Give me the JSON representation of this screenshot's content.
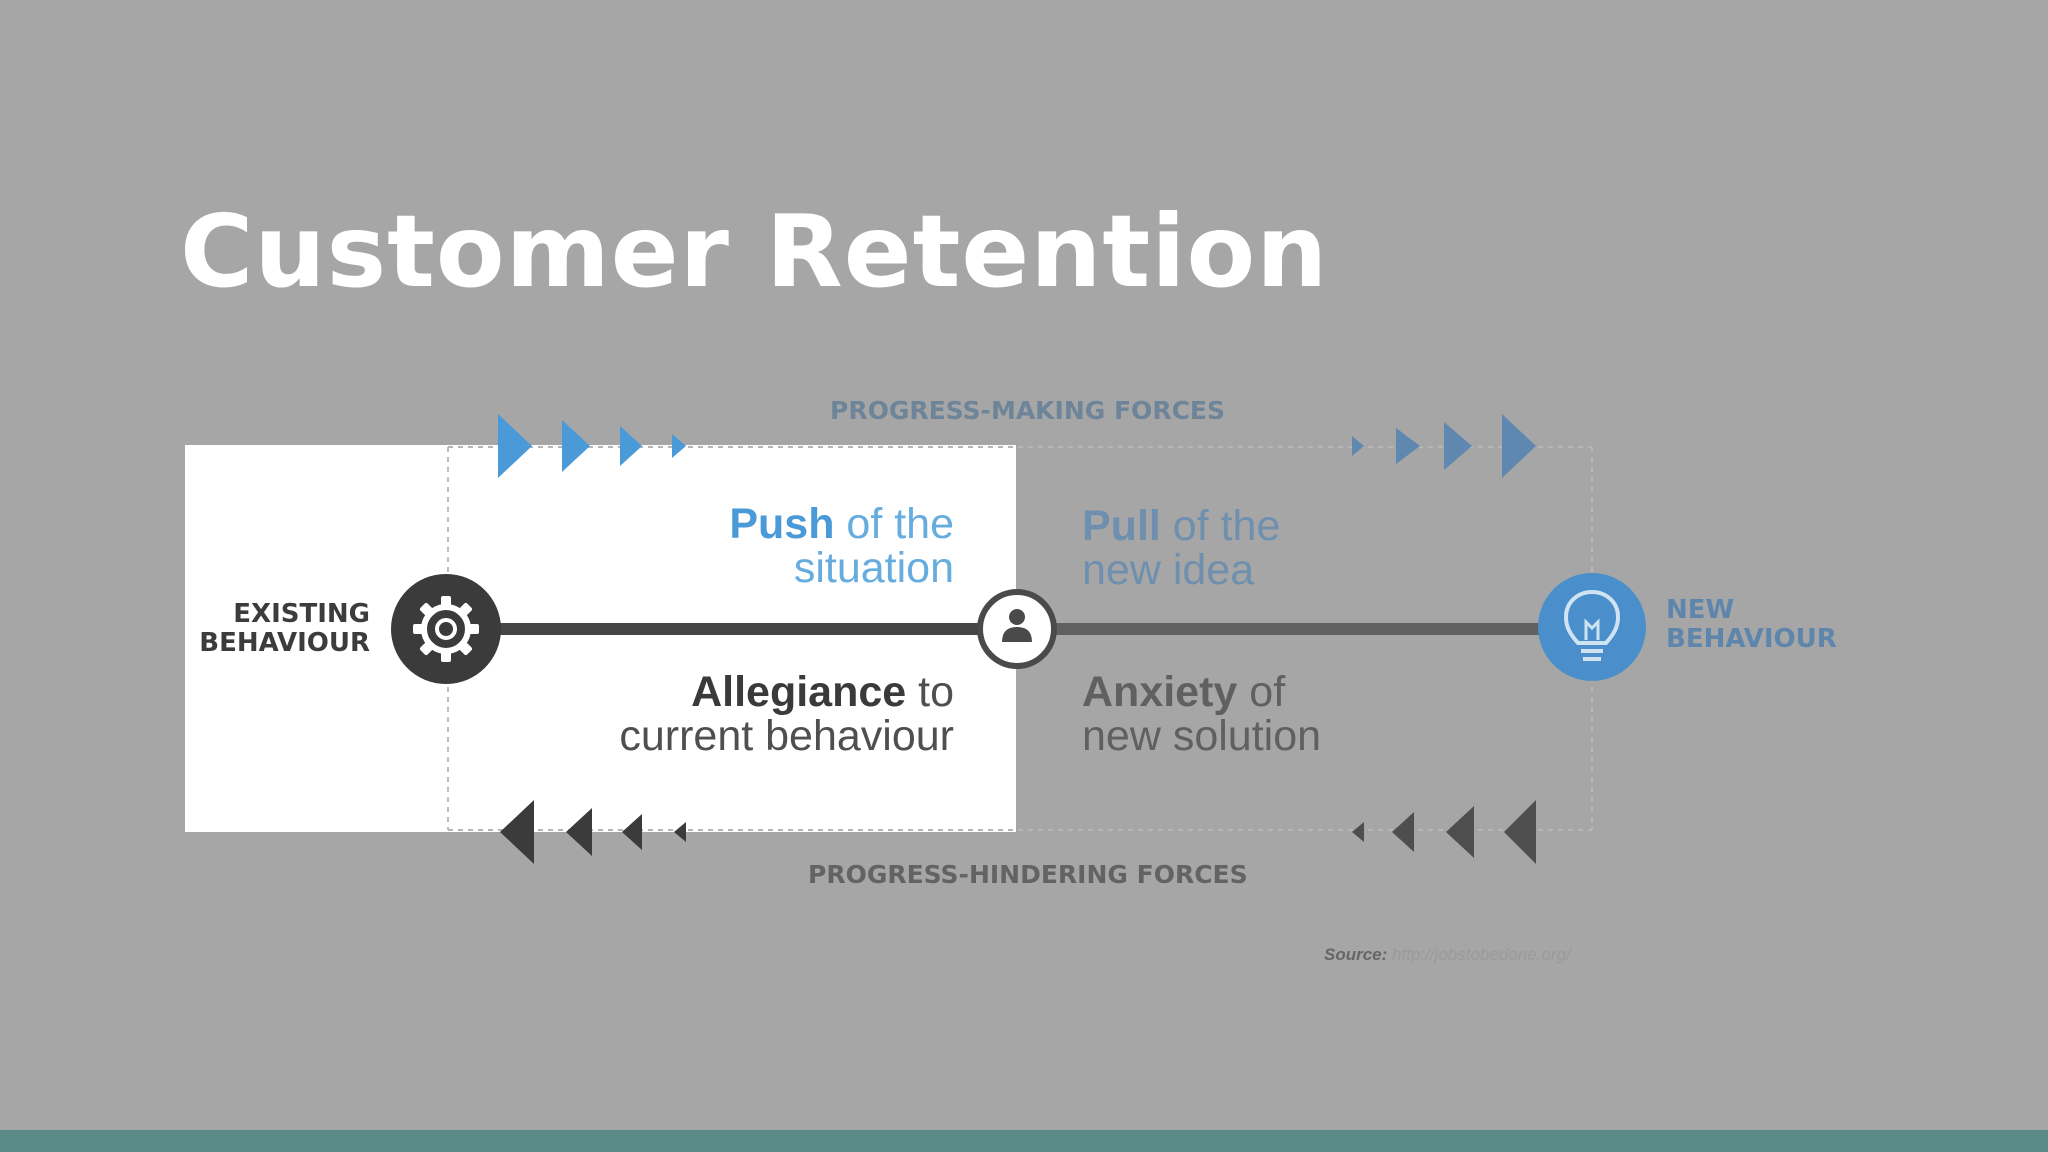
{
  "slide": {
    "title": "Customer Retention"
  },
  "diagram": {
    "top_label": "PROGRESS-MAKING FORCES",
    "bottom_label": "PROGRESS-HINDERING FORCES",
    "left_end": {
      "line1": "EXISTING",
      "line2": "BEHAVIOUR",
      "icon": "gear-icon"
    },
    "right_end": {
      "line1": "NEW",
      "line2": "BEHAVIOUR",
      "icon": "lightbulb-icon"
    },
    "center_icon": "person-icon",
    "push": {
      "bold": "Push",
      "rest": " of the",
      "line2": "situation"
    },
    "pull": {
      "bold": "Pull",
      "rest": " of the",
      "line2": "new idea"
    },
    "allegiance": {
      "bold": "Allegiance",
      "rest": " to",
      "line2": "current behaviour"
    },
    "anxiety": {
      "bold": "Anxiety",
      "rest": " of",
      "line2": "new solution"
    },
    "source": {
      "label": "Source:",
      "url": "http://jobstobedone.org/"
    },
    "colors": {
      "background": "#a6a6a6",
      "blue": "#4a9ad8",
      "dark": "#3b3b3b",
      "accent_bar": "#5a8a87"
    }
  }
}
